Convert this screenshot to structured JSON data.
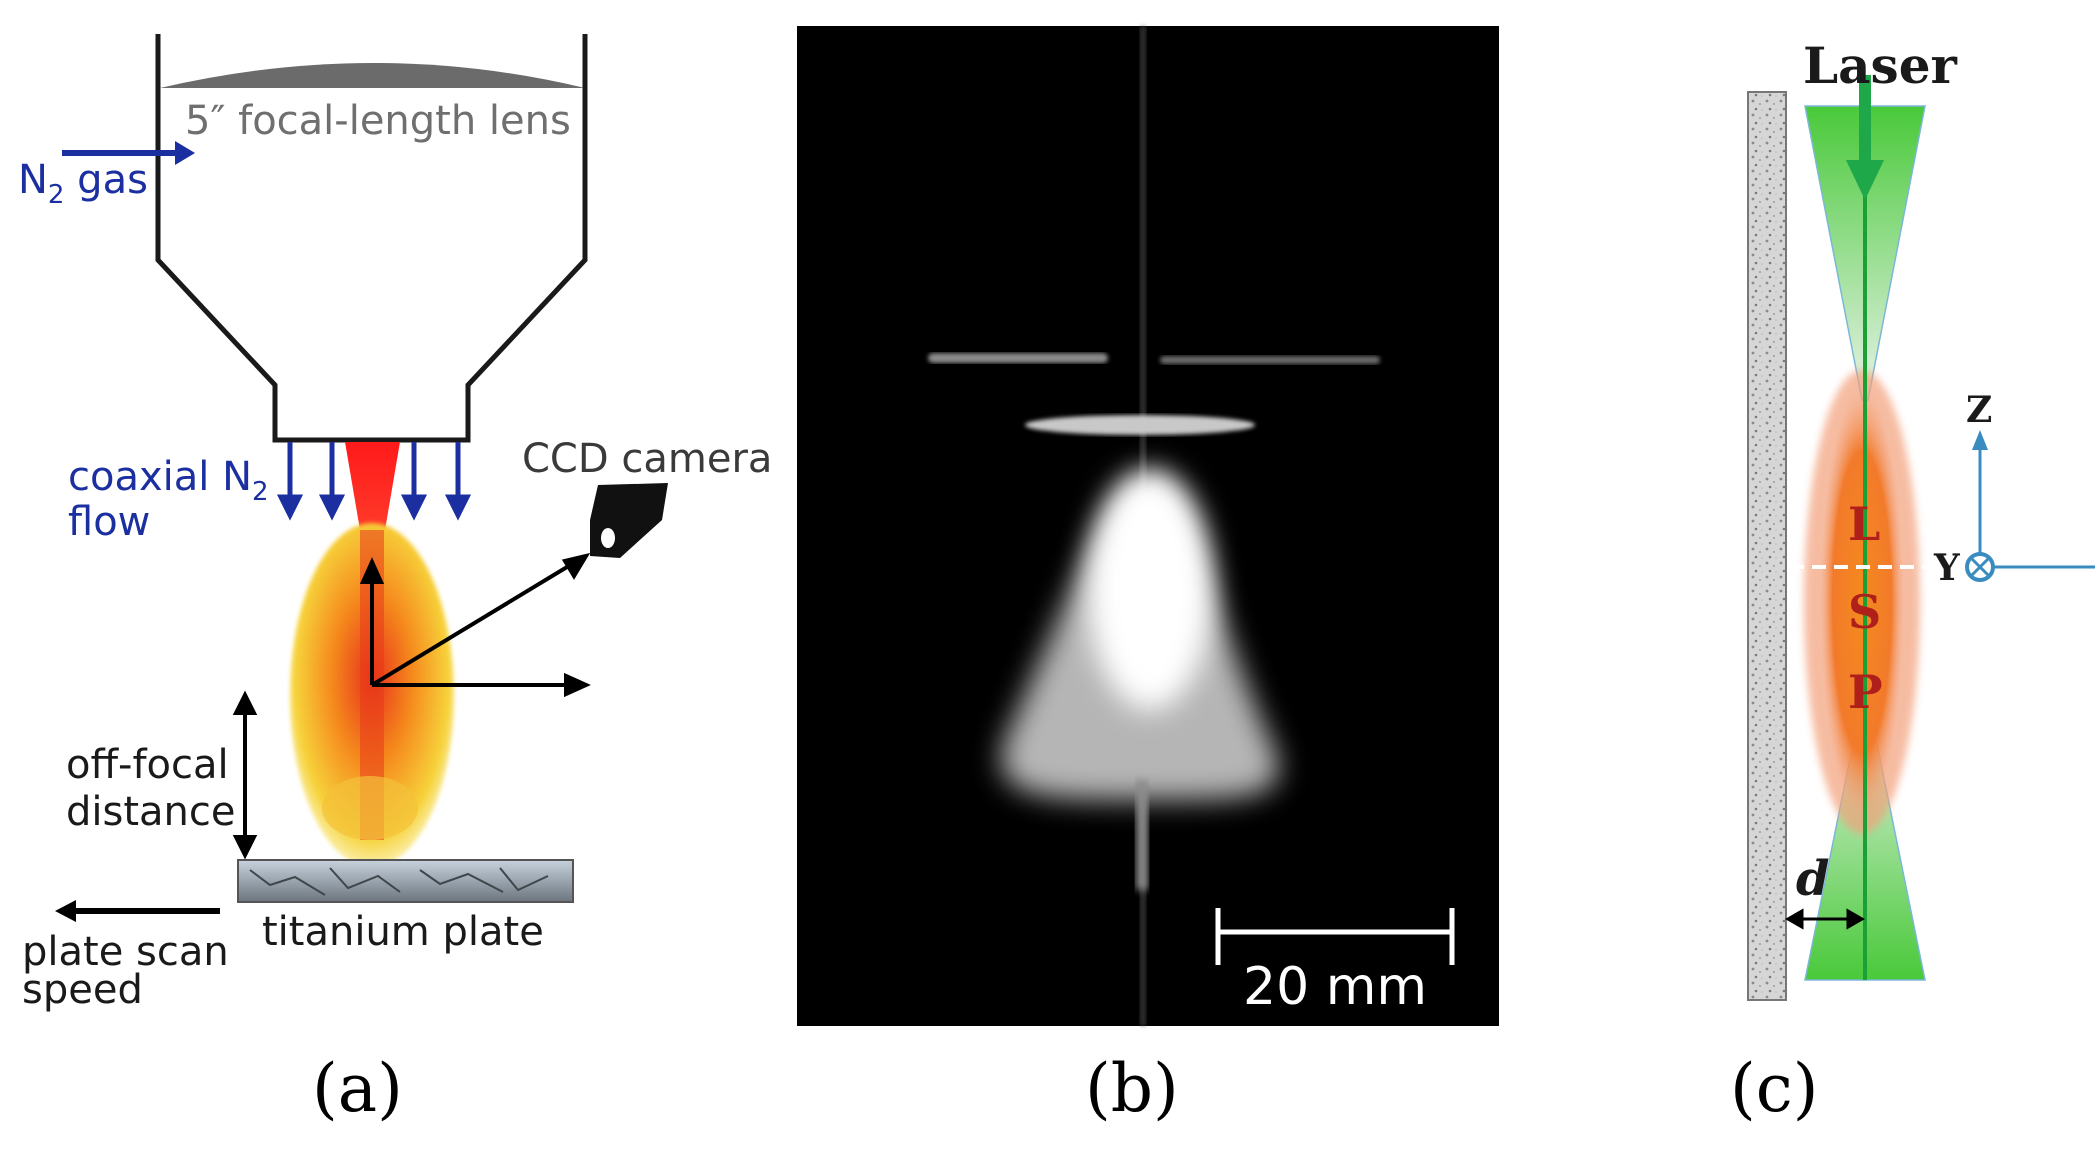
{
  "panel_a": {
    "lens_label": "5″ focal-length lens",
    "n2_gas": {
      "prefix": "N",
      "sub": "2",
      "suffix": " gas"
    },
    "coaxial_line1": {
      "prefix": "coaxial N",
      "sub": "2"
    },
    "coaxial_line2": "flow",
    "ccd_camera": "CCD camera",
    "off_focal_line1": "off-focal",
    "off_focal_line2": "distance",
    "titanium_plate": "titanium plate",
    "plate_scan_line1": "plate scan",
    "plate_scan_line2": "speed",
    "caption": "(a)"
  },
  "panel_b": {
    "scale_bar_label": "20 mm",
    "caption": "(b)"
  },
  "panel_c": {
    "laser": "Laser",
    "lsp_letters": [
      "L",
      "S",
      "P"
    ],
    "axis_z": "Z",
    "axis_y": "Y",
    "distance_label": "d",
    "caption": "(c)"
  },
  "colors": {
    "n2_blue": "#1c2fa0",
    "laser_green": "#2fbf2f",
    "plasma_orange": "#f07a1a",
    "lsp_text": "#b0201a",
    "axis_blue": "#3a8cc0"
  }
}
